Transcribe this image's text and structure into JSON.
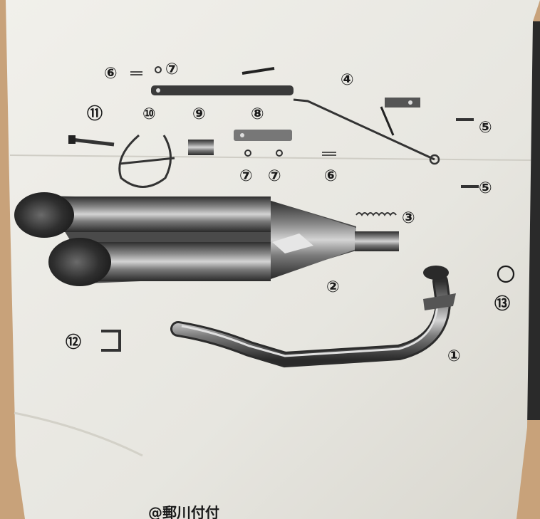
{
  "diagram": {
    "part_numbers": [
      "⑥",
      "⑦",
      "④",
      "⑪",
      "⑩",
      "⑨",
      "⑧",
      "⑤",
      "⑦",
      "⑦",
      "⑥",
      "⑤",
      "③",
      "②",
      "⑫",
      "①",
      "⑬"
    ],
    "footer_text": "@郵川付付"
  },
  "colors": {
    "paper": "#ecebe6",
    "ink": "#1a1a1a",
    "chrome_dark": "#3c3c3c",
    "chrome_light": "#b9b9b9",
    "background_wood": "#c8a27a"
  }
}
